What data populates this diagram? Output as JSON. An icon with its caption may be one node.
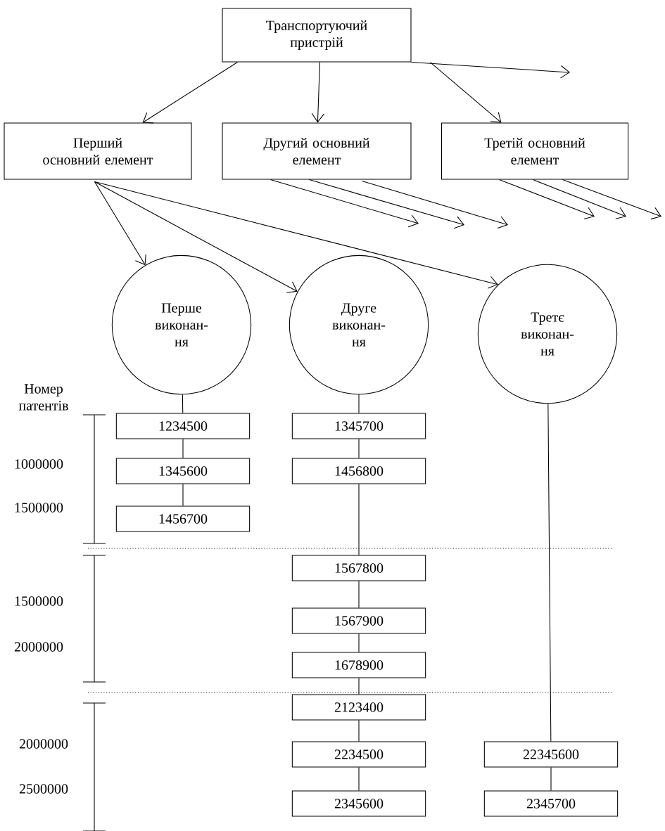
{
  "diagram": {
    "nodes": [
      {
        "text": [
          "Транспортуючий пристрій"
        ]
      },
      {
        "text": [
          "Перший основний елемент"
        ]
      },
      {
        "text": [
          "Другий основний елемент"
        ]
      },
      {
        "text": [
          "Третій основний елемент"
        ]
      },
      {
        "text": [
          "Перше виконан-ня"
        ]
      },
      {
        "text": [
          "Друге виконан-ня"
        ]
      },
      {
        "text": [
          "Третє виконан-ня"
        ]
      },
      {
        "text": [
          "1234500"
        ]
      },
      {
        "text": [
          "1345600"
        ]
      },
      {
        "text": [
          "1456700"
        ]
      },
      {
        "text": [
          "1345700"
        ]
      },
      {
        "text": [
          "1456800"
        ]
      },
      {
        "text": [
          "1567800"
        ]
      },
      {
        "text": [
          "1567900"
        ]
      },
      {
        "text": [
          "1678900"
        ]
      },
      {
        "text": [
          "2123400"
        ]
      },
      {
        "text": [
          "2234500"
        ]
      },
      {
        "text": [
          "2345600"
        ]
      },
      {
        "text": [
          "22345600"
        ]
      },
      {
        "text": [
          "2345700"
        ]
      }
    ],
    "edges": [
      {
        "from": 0,
        "to": 1,
        "arrow": "to"
      },
      {
        "from": 0,
        "to": 2,
        "arrow": "to"
      },
      {
        "from": 0,
        "to": 3,
        "arrow": "to"
      },
      {
        "from": 0,
        "to": null,
        "arrow": "to"
      },
      {
        "from": 2,
        "to": null,
        "arrow": "to"
      },
      {
        "from": 2,
        "to": null,
        "arrow": "to"
      },
      {
        "from": 2,
        "to": null,
        "arrow": "to"
      },
      {
        "from": 3,
        "to": null,
        "arrow": "to"
      },
      {
        "from": 3,
        "to": null,
        "arrow": "to"
      },
      {
        "from": 3,
        "to": null,
        "arrow": "to"
      },
      {
        "from": 1,
        "to": 4,
        "arrow": "to"
      },
      {
        "from": 1,
        "to": 5,
        "arrow": "to"
      },
      {
        "from": 1,
        "to": 6,
        "arrow": "to"
      },
      {
        "from": 4,
        "to": 7,
        "arrow": "none"
      },
      {
        "from": 7,
        "to": 8,
        "arrow": "none"
      },
      {
        "from": 8,
        "to": 9,
        "arrow": "none"
      },
      {
        "from": 5,
        "to": 10,
        "arrow": "none"
      },
      {
        "from": 10,
        "to": 11,
        "arrow": "none"
      },
      {
        "from": 11,
        "to": 12,
        "arrow": "none"
      },
      {
        "from": 12,
        "to": 13,
        "arrow": "none"
      },
      {
        "from": 13,
        "to": 14,
        "arrow": "none"
      },
      {
        "from": 14,
        "to": 15,
        "arrow": "none"
      },
      {
        "from": 15,
        "to": 16,
        "arrow": "none"
      },
      {
        "from": 16,
        "to": 17,
        "arrow": "none"
      },
      {
        "from": 6,
        "to": 18,
        "arrow": "none"
      },
      {
        "from": 18,
        "to": 19,
        "arrow": "none"
      }
    ],
    "labels": [
      "Номер патентів",
      "1000000",
      "1500000",
      "1500000",
      "2000000",
      "2000000",
      "2500000"
    ]
  }
}
